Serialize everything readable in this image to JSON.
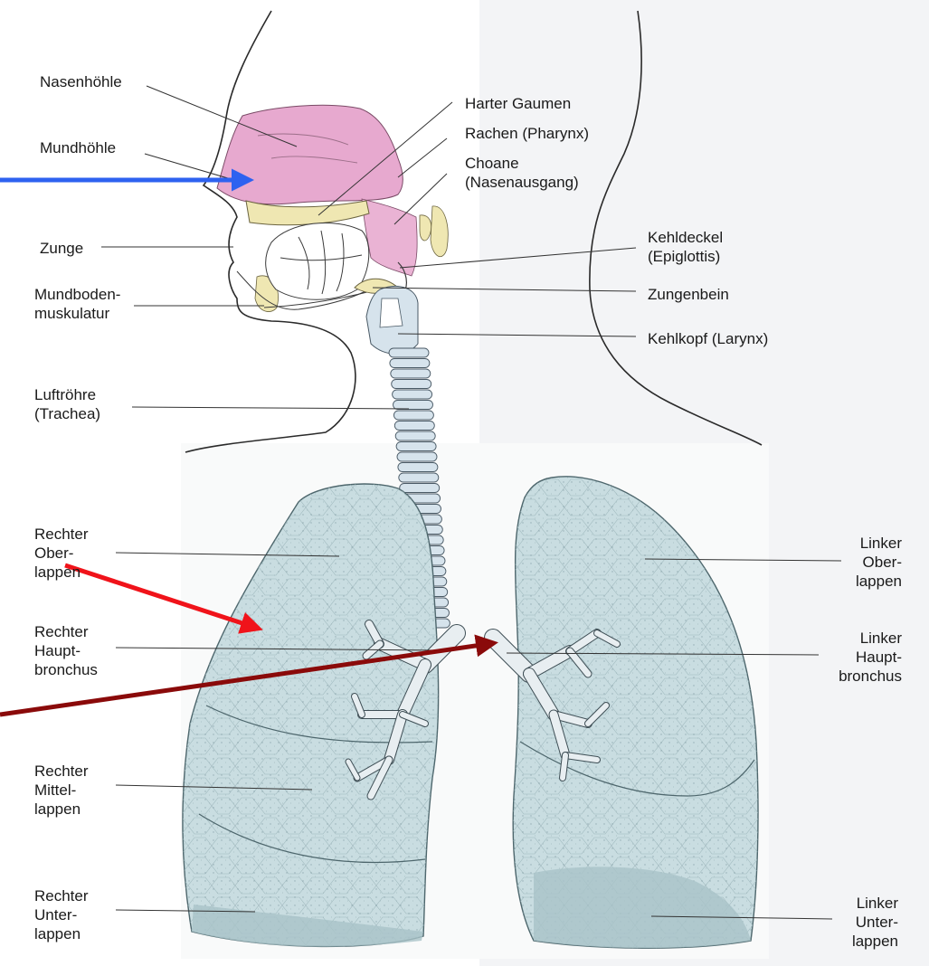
{
  "colors": {
    "background": "#ffffff",
    "page_tint": "#eef0f2",
    "lung_fill": "#c9dde1",
    "airway_fill": "#d6e3ec",
    "nasal_fill": "#e7a9cf",
    "bone_fill": "#efe7b2",
    "leader_line": "#333333",
    "arrow_blue": "#2e62f0",
    "arrow_red": "#f0131a",
    "arrow_darkred": "#8a0a0a"
  },
  "labels": {
    "nasenhoehle": [
      "Nasenhöhle"
    ],
    "mundhoehle": [
      "Mundhöhle"
    ],
    "zunge": [
      "Zunge"
    ],
    "mundboden": [
      "Mundboden-",
      "muskulatur"
    ],
    "luftroehre": [
      "Luftröhre",
      "(Trachea)"
    ],
    "rechter_oberlappen": [
      "Rechter",
      "Ober-",
      "lappen"
    ],
    "rechter_hauptbronchus": [
      "Rechter",
      "Haupt-",
      "bronchus"
    ],
    "rechter_mittellappen": [
      "Rechter",
      "Mittel-",
      "lappen"
    ],
    "rechter_unterlappen": [
      "Rechter",
      "Unter-",
      "lappen"
    ],
    "harter_gaumen": [
      "Harter Gaumen"
    ],
    "rachen": [
      "Rachen (Pharynx)"
    ],
    "choane": [
      "Choane",
      "(Nasenausgang)"
    ],
    "kehldeckel": [
      "Kehldeckel",
      "(Epiglottis)"
    ],
    "zungenbein": [
      "Zungenbein"
    ],
    "kehlkopf": [
      "Kehlkopf (Larynx)"
    ],
    "linker_oberlappen": [
      "Linker",
      "Ober-",
      "lappen"
    ],
    "linker_hauptbronchus": [
      "Linker",
      "Haupt-",
      "bronchus"
    ],
    "linker_unterlappen": [
      "Linker",
      "Unter-",
      "lappen"
    ]
  }
}
